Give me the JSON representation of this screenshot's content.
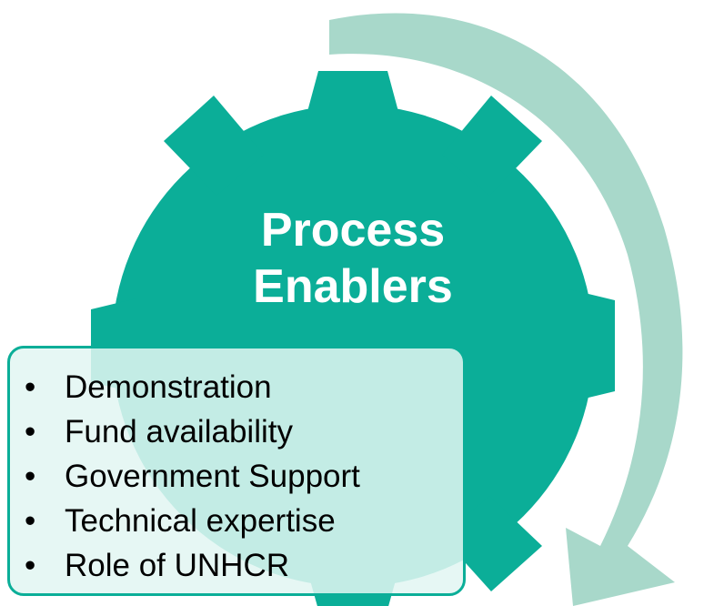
{
  "diagram": {
    "title_lines": [
      "Process",
      "Enablers"
    ],
    "items": [
      "Demonstration",
      "Fund availability",
      "Government Support",
      "Technical expertise",
      "Role of UNHCR"
    ],
    "bullet": "•",
    "colors": {
      "gear": "#0bae98",
      "arrow": "#a8d8ca",
      "box_fill": "#e2f6f2",
      "box_border": "#0bae98",
      "title_text": "#ffffff",
      "item_text": "#000000"
    }
  }
}
